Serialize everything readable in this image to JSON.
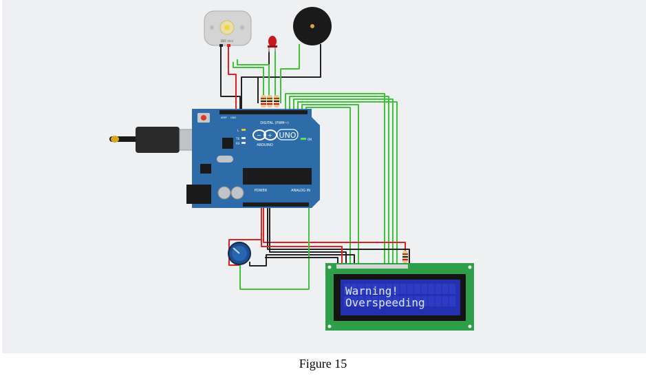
{
  "lcd": {
    "line1": "Warning!",
    "line2": "Overspeeding"
  },
  "board": {
    "brand": "ARDUINO",
    "model": "UNO",
    "digital_label": "DIGITAL (PWM~)",
    "analog_label": "ANALOG IN",
    "power_label": "POWER",
    "tx_label": "TX",
    "rx_label": "RX",
    "l_label": "L",
    "on_label": "ON",
    "aref_label": "AREF",
    "gnd_label": "GND"
  },
  "motor": {
    "label": "DBF mini"
  },
  "caption": "Figure 15",
  "colors": {
    "board": "#2d6ca8",
    "lcd_bezel": "#2e9e4a",
    "lcd_screen": "#2430b0",
    "wire_green": "#3fc23a",
    "wire_red": "#e32020",
    "wire_black": "#222222"
  }
}
